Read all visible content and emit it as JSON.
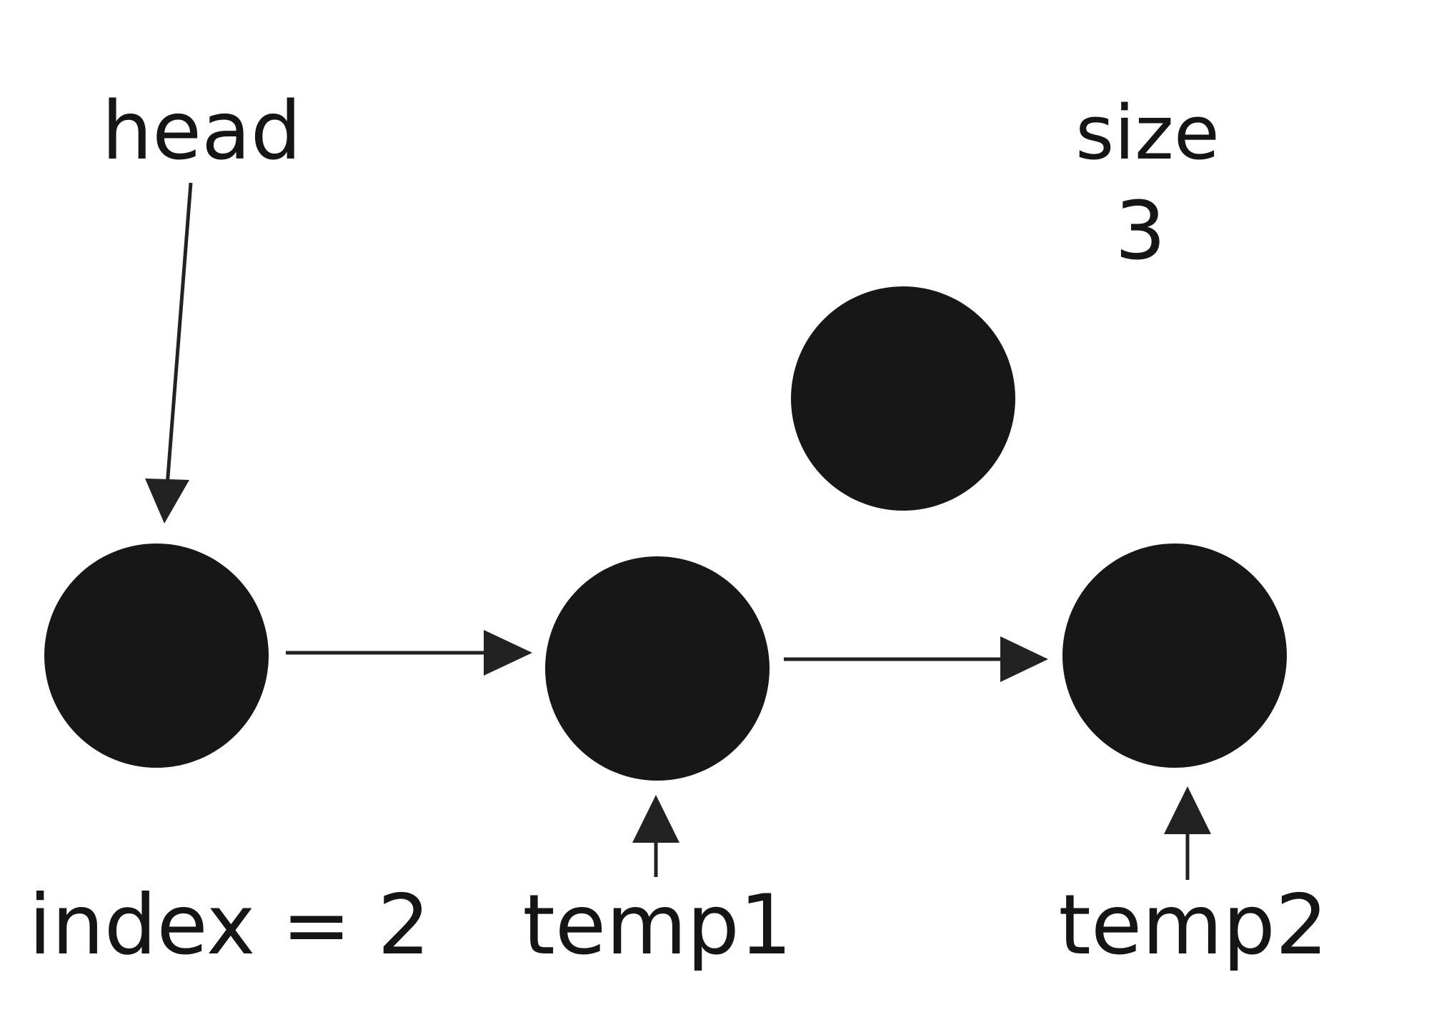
{
  "labels": {
    "head": "head",
    "size_title": "size",
    "size_value": "3",
    "index": "index = 2",
    "temp1": "temp1",
    "temp2": "temp2"
  },
  "nodes": [
    {
      "id": "node-1"
    },
    {
      "id": "node-2"
    },
    {
      "id": "node-3"
    },
    {
      "id": "node-detached"
    }
  ],
  "colors": {
    "node_fill": "#171717",
    "arrow": "#222222",
    "text": "#151515",
    "background": "#ffffff"
  }
}
